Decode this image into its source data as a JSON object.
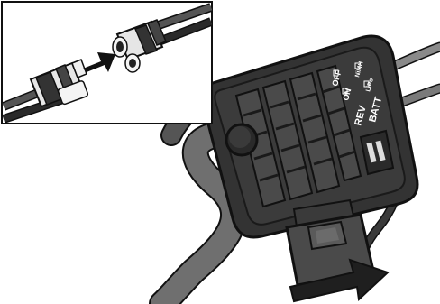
{
  "labels": {
    "off": "OFF",
    "on": "ON",
    "rev": "REV",
    "batt": "BATT",
    "nimh": "NiMH",
    "lipo": "LiPo"
  },
  "icons": {
    "inset": "connector-detail",
    "push_arrow": "arrow-right-icon",
    "pull_arrow": "arrow-right-icon",
    "esc": "speed-controller-unit"
  },
  "colors": {
    "ink": "#1a1a1a",
    "housing": "#2f2f2f",
    "wire": "#444444",
    "outline": "#111111",
    "fill": "#ffffff"
  }
}
